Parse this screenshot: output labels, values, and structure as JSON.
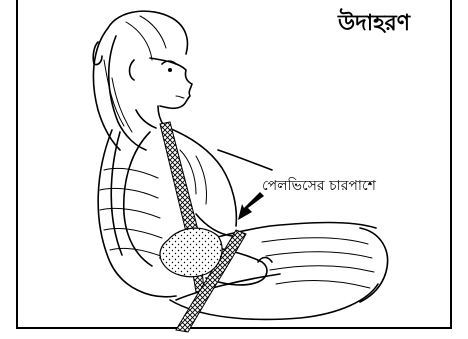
{
  "title": "উদাহরণ",
  "callout_label": "পেলভিসের চারপাশে",
  "icons": {
    "arrow": "arrow-down-left-icon",
    "illustration": "seated-woman-seatbelt-illustration"
  }
}
